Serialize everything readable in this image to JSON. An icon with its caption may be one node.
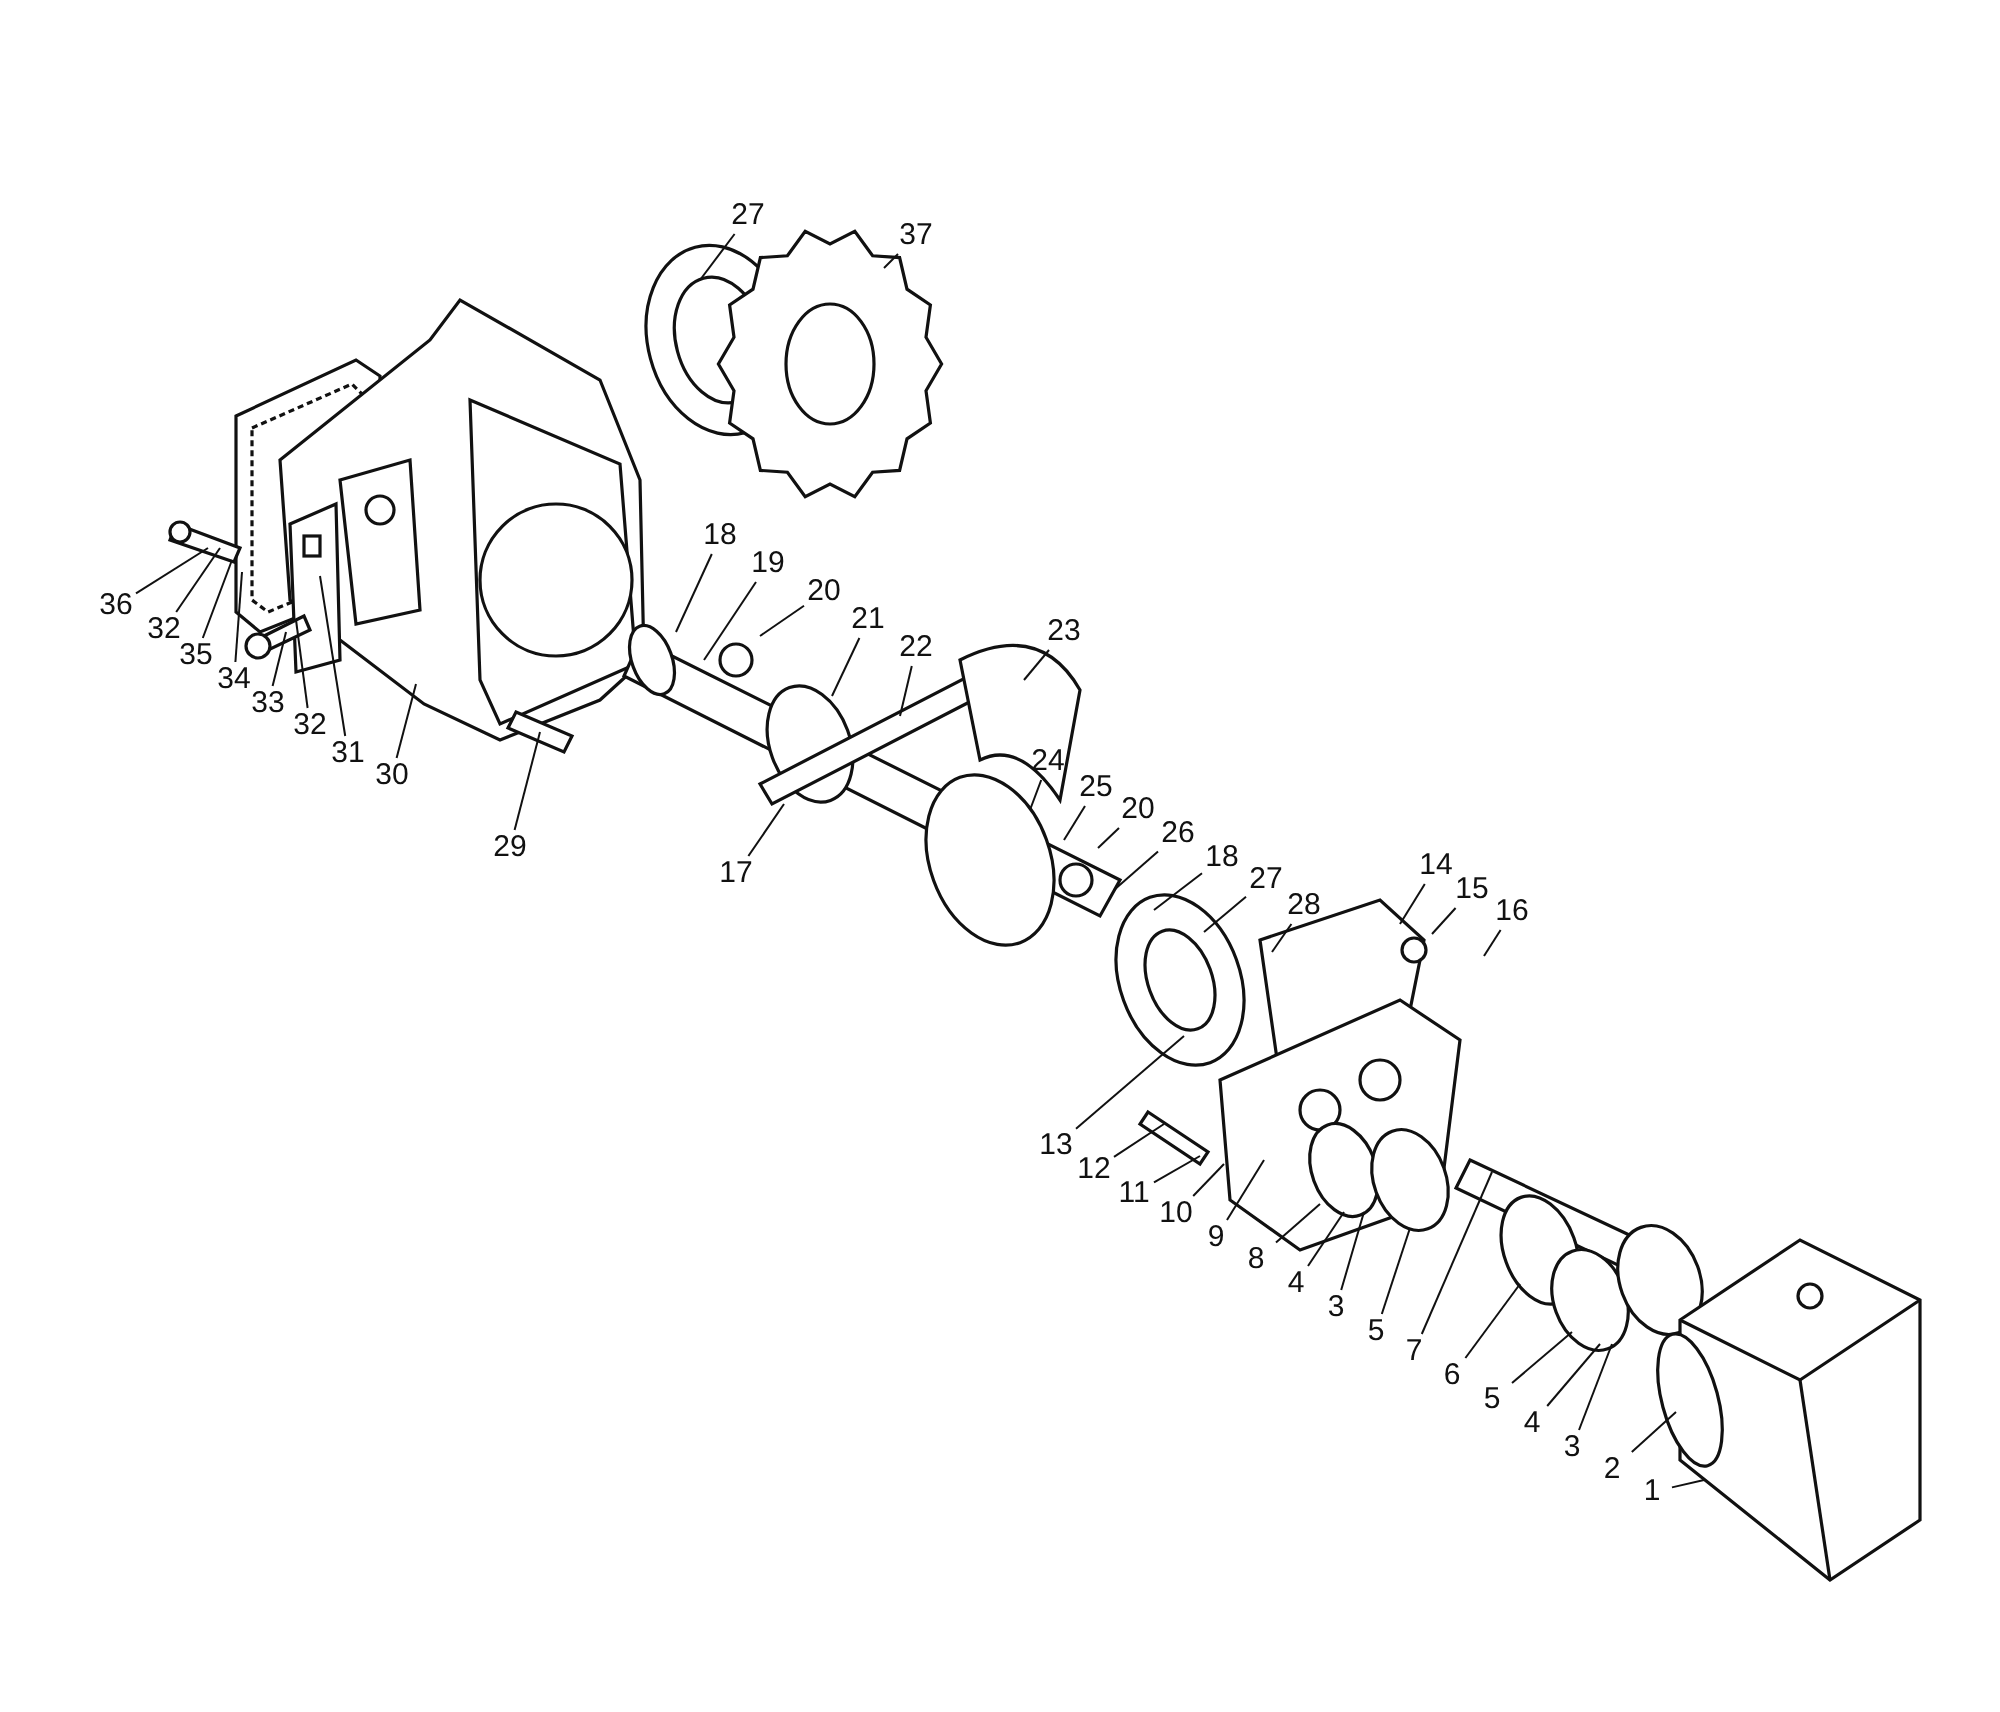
{
  "diagram": {
    "nodes": [
      {
        "text": [
          "27"
        ]
      },
      {
        "text": [
          "37"
        ]
      },
      {
        "text": [
          "18"
        ]
      },
      {
        "text": [
          "19"
        ]
      },
      {
        "text": [
          "20"
        ]
      },
      {
        "text": [
          "21"
        ]
      },
      {
        "text": [
          "22"
        ]
      },
      {
        "text": [
          "23"
        ]
      },
      {
        "text": [
          "24"
        ]
      },
      {
        "text": [
          "25"
        ]
      },
      {
        "text": [
          "20"
        ]
      },
      {
        "text": [
          "26"
        ]
      },
      {
        "text": [
          "18"
        ]
      },
      {
        "text": [
          "27"
        ]
      },
      {
        "text": [
          "28"
        ]
      },
      {
        "text": [
          "14"
        ]
      },
      {
        "text": [
          "15"
        ]
      },
      {
        "text": [
          "16"
        ]
      },
      {
        "text": [
          "36"
        ]
      },
      {
        "text": [
          "32"
        ]
      },
      {
        "text": [
          "35"
        ]
      },
      {
        "text": [
          "34"
        ]
      },
      {
        "text": [
          "33"
        ]
      },
      {
        "text": [
          "32"
        ]
      },
      {
        "text": [
          "31"
        ]
      },
      {
        "text": [
          "30"
        ]
      },
      {
        "text": [
          "29"
        ]
      },
      {
        "text": [
          "17"
        ]
      },
      {
        "text": [
          "13"
        ]
      },
      {
        "text": [
          "12"
        ]
      },
      {
        "text": [
          "11"
        ]
      },
      {
        "text": [
          "10"
        ]
      },
      {
        "text": [
          "9"
        ]
      },
      {
        "text": [
          "8"
        ]
      },
      {
        "text": [
          "4"
        ]
      },
      {
        "text": [
          "3"
        ]
      },
      {
        "text": [
          "5"
        ]
      },
      {
        "text": [
          "7"
        ]
      },
      {
        "text": [
          "6"
        ]
      },
      {
        "text": [
          "5"
        ]
      },
      {
        "text": [
          "4"
        ]
      },
      {
        "text": [
          "3"
        ]
      },
      {
        "text": [
          "2"
        ]
      },
      {
        "text": [
          "1"
        ]
      }
    ],
    "edges": [
      {
        "from": 0,
        "to": null,
        "arrow": "none"
      },
      {
        "from": 1,
        "to": null,
        "arrow": "none"
      },
      {
        "from": 2,
        "to": null,
        "arrow": "none"
      },
      {
        "from": 3,
        "to": null,
        "arrow": "none"
      },
      {
        "from": 4,
        "to": null,
        "arrow": "none"
      },
      {
        "from": 5,
        "to": null,
        "arrow": "none"
      },
      {
        "from": 6,
        "to": null,
        "arrow": "none"
      },
      {
        "from": 7,
        "to": null,
        "arrow": "none"
      },
      {
        "from": 8,
        "to": null,
        "arrow": "none"
      },
      {
        "from": 9,
        "to": null,
        "arrow": "none"
      },
      {
        "from": 10,
        "to": null,
        "arrow": "none"
      },
      {
        "from": 11,
        "to": null,
        "arrow": "none"
      },
      {
        "from": 12,
        "to": null,
        "arrow": "none"
      },
      {
        "from": 13,
        "to": null,
        "arrow": "none"
      },
      {
        "from": 14,
        "to": null,
        "arrow": "none"
      },
      {
        "from": 15,
        "to": null,
        "arrow": "none"
      },
      {
        "from": 16,
        "to": null,
        "arrow": "none"
      },
      {
        "from": 17,
        "to": null,
        "arrow": "none"
      },
      {
        "from": 18,
        "to": null,
        "arrow": "none"
      },
      {
        "from": 19,
        "to": null,
        "arrow": "none"
      },
      {
        "from": 20,
        "to": null,
        "arrow": "none"
      },
      {
        "from": 21,
        "to": null,
        "arrow": "none"
      },
      {
        "from": 22,
        "to": null,
        "arrow": "none"
      },
      {
        "from": 23,
        "to": null,
        "arrow": "none"
      },
      {
        "from": 24,
        "to": null,
        "arrow": "none"
      },
      {
        "from": 25,
        "to": null,
        "arrow": "none"
      },
      {
        "from": 26,
        "to": null,
        "arrow": "none"
      },
      {
        "from": 27,
        "to": null,
        "arrow": "none"
      },
      {
        "from": 28,
        "to": null,
        "arrow": "none"
      },
      {
        "from": 29,
        "to": null,
        "arrow": "none"
      },
      {
        "from": 30,
        "to": null,
        "arrow": "none"
      },
      {
        "from": 31,
        "to": null,
        "arrow": "none"
      },
      {
        "from": 32,
        "to": null,
        "arrow": "none"
      },
      {
        "from": 33,
        "to": null,
        "arrow": "none"
      },
      {
        "from": 34,
        "to": null,
        "arrow": "none"
      },
      {
        "from": 35,
        "to": null,
        "arrow": "none"
      },
      {
        "from": 36,
        "to": null,
        "arrow": "none"
      },
      {
        "from": 37,
        "to": null,
        "arrow": "none"
      },
      {
        "from": 38,
        "to": null,
        "arrow": "none"
      },
      {
        "from": 39,
        "to": null,
        "arrow": "none"
      },
      {
        "from": 40,
        "to": null,
        "arrow": "none"
      },
      {
        "from": 41,
        "to": null,
        "arrow": "none"
      },
      {
        "from": 42,
        "to": null,
        "arrow": "none"
      },
      {
        "from": 43,
        "to": null,
        "arrow": "none"
      }
    ]
  }
}
